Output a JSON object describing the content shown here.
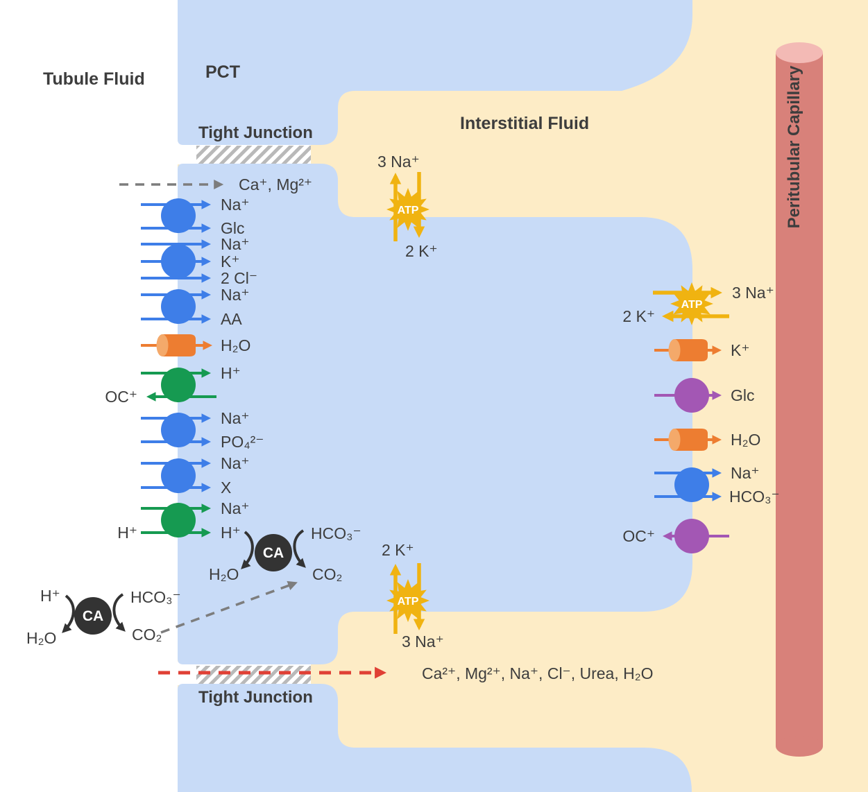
{
  "regions": {
    "tubule_fluid": "Tubule Fluid",
    "pct": "PCT",
    "tight_junction_top": "Tight Junction",
    "interstitial_fluid": "Interstitial Fluid",
    "tight_junction_bottom": "Tight Junction",
    "peritubular_capillary": "Peritubular Capillary"
  },
  "paracellular": {
    "top_label": "Ca⁺, Mg²⁺",
    "bottom_label": "Ca²⁺, Mg²⁺, Na⁺, Cl⁻, Urea, H₂O"
  },
  "apical": {
    "sglt": {
      "na": "Na⁺",
      "glc": "Glc"
    },
    "nkcc": {
      "na": "Na⁺",
      "k": "K⁺",
      "cl": "2 Cl⁻"
    },
    "na_aa": {
      "na": "Na⁺",
      "aa": "AA"
    },
    "aquaporin": {
      "h2o": "H₂O"
    },
    "oct": {
      "h": "H⁺",
      "oc": "OC⁺"
    },
    "na_pi": {
      "na": "Na⁺",
      "po4": "PO₄²⁻"
    },
    "na_x": {
      "na": "Na⁺",
      "x": "X"
    },
    "nhe": {
      "na": "Na⁺",
      "h_lumen": "H⁺",
      "h_cell": "H⁺"
    }
  },
  "carbonic_anhydrase": {
    "cell": {
      "enzyme": "CA",
      "hco3": "HCO₃⁻",
      "h2o": "H₂O",
      "co2": "CO₂"
    },
    "lumen": {
      "enzyme": "CA",
      "h": "H⁺",
      "hco3": "HCO₃⁻",
      "h2o": "H₂O",
      "co2": "CO₂"
    }
  },
  "pumps": {
    "top": {
      "atp": "ATP",
      "na": "3 Na⁺",
      "k": "2 K⁺"
    },
    "bottom": {
      "atp": "ATP",
      "k": "2 K⁺",
      "na": "3 Na⁺"
    },
    "right": {
      "atp": "ATP",
      "na": "3 Na⁺",
      "k": "2 K⁺"
    }
  },
  "basolateral": {
    "k_channel": {
      "k": "K⁺"
    },
    "glut": {
      "glc": "Glc"
    },
    "aquaporin": {
      "h2o": "H₂O"
    },
    "nbc": {
      "na": "Na⁺",
      "hco3": "HCO₃⁻"
    },
    "oct": {
      "oc": "OC⁺"
    }
  },
  "colors": {
    "cell_fill": "#c8dbf7",
    "interstitium_fill": "#fdecc6",
    "tubule_fluid_fill": "#ffffff",
    "capillary_fill": "#d8817a",
    "capillary_cap": "#f3bab5",
    "cotransporter_blue": "#3e7ee8",
    "antiporter_green": "#169a51",
    "channel_orange": "#ed7d31",
    "channel_orange_cap": "#f4a96a",
    "uniporter_purple": "#a357b4",
    "atp_gold": "#f0b311",
    "enzyme_dark": "#333333",
    "paracellular_red": "#e04035",
    "dashed_gray": "#7d7d7d",
    "hatch_gray": "#b9b9b9",
    "text": "#3d3d3d"
  }
}
